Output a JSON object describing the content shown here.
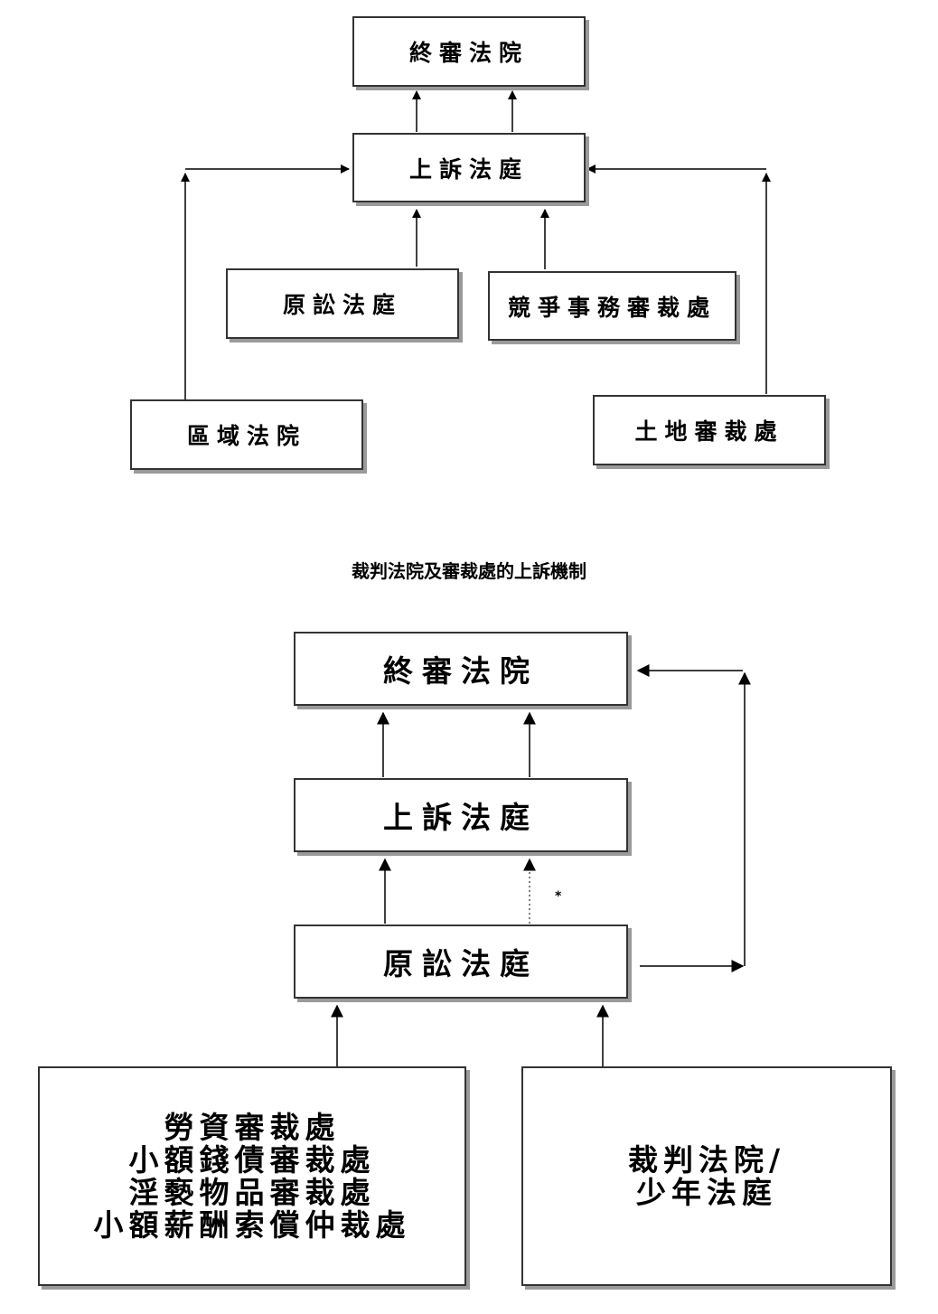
{
  "diagram1": {
    "cfa": "終審法院",
    "ca": "上訴法庭",
    "cfi": "原訟法庭",
    "comp_tribunal": "競爭事務審裁處",
    "district_court": "區域法院",
    "lands_tribunal": "土地審裁處"
  },
  "caption": "裁判法院及審裁處的上訴機制",
  "diagram2": {
    "cfa": "終審法院",
    "ca": "上訴法庭",
    "cfi": "原訟法庭",
    "note_mark": "*",
    "tribunals": [
      "勞資審裁處",
      "小額錢債審裁處",
      "淫褻物品審裁處",
      "小額薪酬索償仲裁處"
    ],
    "magistrates": [
      "裁判法院/",
      "少年法庭"
    ]
  }
}
